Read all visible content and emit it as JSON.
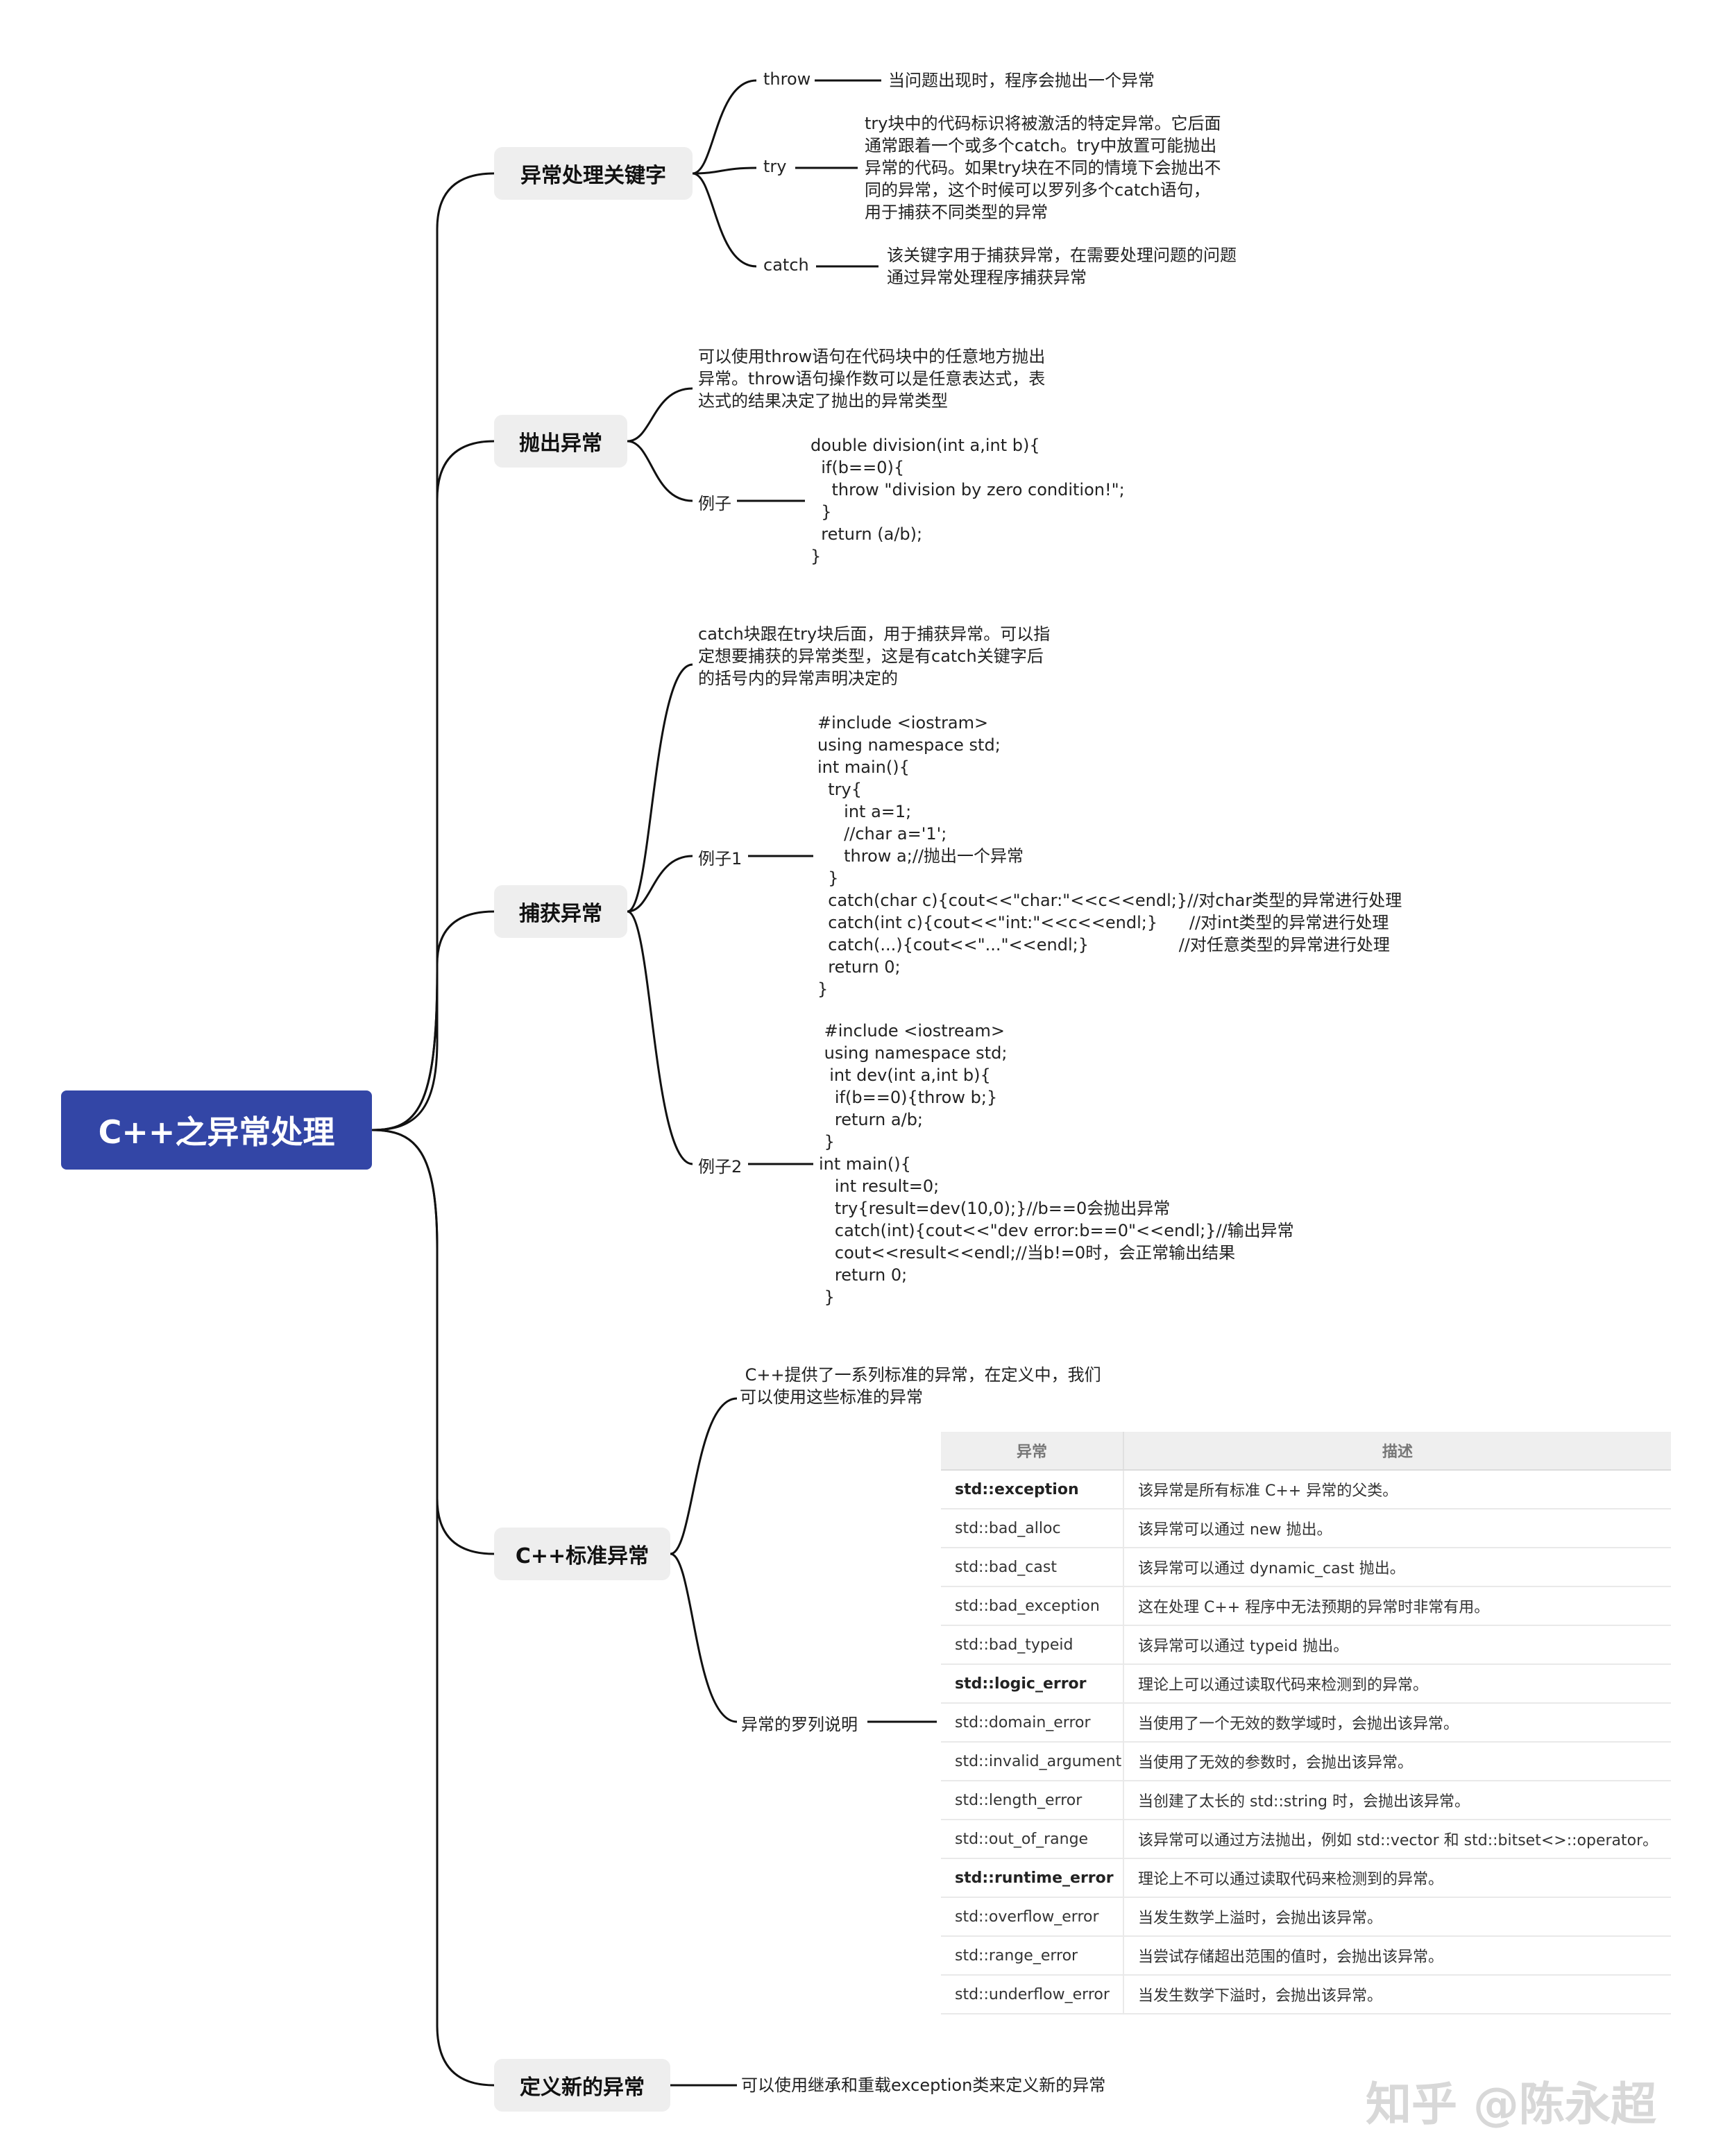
{
  "root": "C++之异常处理",
  "sections": {
    "keywords": {
      "title": "异常处理关键字",
      "throw_label": "throw",
      "throw_desc": "当问题出现时，程序会抛出一个异常",
      "try_label": "try",
      "try_desc": "try块中的代码标识将被激活的特定异常。它后面\n通常跟着一个或多个catch。try中放置可能抛出\n异常的代码。如果try块在不同的情境下会抛出不\n同的异常，这个时候可以罗列多个catch语句，\n用于捕获不同类型的异常",
      "catch_label": "catch",
      "catch_desc": "该关键字用于捕获异常，在需要处理问题的问题\n通过异常处理程序捕获异常"
    },
    "throwing": {
      "title": "抛出异常",
      "desc": "可以使用throw语句在代码块中的任意地方抛出\n异常。throw语句操作数可以是任意表达式，表\n达式的结果决定了抛出的异常类型",
      "example_label": "例子",
      "example_code": "double division(int a,int b){\n  if(b==0){\n    throw \"division by zero condition!\";\n  }\n  return (a/b);\n}"
    },
    "catching": {
      "title": "捕获异常",
      "desc": "catch块跟在try块后面，用于捕获异常。可以指\n定想要捕获的异常类型，这是有catch关键字后\n的括号内的异常声明决定的",
      "example1_label": "例子1",
      "example1_code": "#include <iostram>\nusing namespace std;\nint main(){\n  try{\n     int a=1;\n     //char a='1';\n     throw a;//抛出一个异常\n  }\n  catch(char c){cout<<\"char:\"<<c<<endl;}//对char类型的异常进行处理\n  catch(int c){cout<<\"int:\"<<c<<endl;}      //对int类型的异常进行处理\n  catch(...){cout<<\"...\"<<endl;}                 //对任意类型的异常进行处理\n  return 0;\n}",
      "example2_label": "例子2",
      "example2_code": " #include <iostream>\n using namespace std;\n  int dev(int a,int b){\n   if(b==0){throw b;}\n   return a/b;\n }\nint main(){\n   int result=0;\n   try{result=dev(10,0);}//b==0会抛出异常\n   catch(int){cout<<\"dev error:b==0\"<<endl;}//输出异常\n   cout<<result<<endl;//当b!=0时，会正常输出结果\n   return 0;\n }"
    },
    "standard": {
      "title": "C++标准异常",
      "desc": " C++提供了一系列标准的异常，在定义中，我们\n可以使用这些标准的异常",
      "list_label": "异常的罗列说明",
      "table_headers": [
        "异常",
        "描述"
      ],
      "table_rows": [
        {
          "name": "std::exception",
          "desc": "该异常是所有标准 C++ 异常的父类。",
          "bold": true
        },
        {
          "name": "std::bad_alloc",
          "desc": "该异常可以通过 new 抛出。",
          "bold": false
        },
        {
          "name": "std::bad_cast",
          "desc": "该异常可以通过 dynamic_cast 抛出。",
          "bold": false
        },
        {
          "name": "std::bad_exception",
          "desc": "这在处理 C++ 程序中无法预期的异常时非常有用。",
          "bold": false
        },
        {
          "name": "std::bad_typeid",
          "desc": "该异常可以通过 typeid 抛出。",
          "bold": false
        },
        {
          "name": "std::logic_error",
          "desc": "理论上可以通过读取代码来检测到的异常。",
          "bold": true
        },
        {
          "name": "std::domain_error",
          "desc": "当使用了一个无效的数学域时，会抛出该异常。",
          "bold": false
        },
        {
          "name": "std::invalid_argument",
          "desc": "当使用了无效的参数时，会抛出该异常。",
          "bold": false
        },
        {
          "name": "std::length_error",
          "desc": "当创建了太长的 std::string 时，会抛出该异常。",
          "bold": false
        },
        {
          "name": "std::out_of_range",
          "desc": "该异常可以通过方法抛出，例如 std::vector 和 std::bitset<>::operator。",
          "bold": false
        },
        {
          "name": "std::runtime_error",
          "desc": "理论上不可以通过读取代码来检测到的异常。",
          "bold": true
        },
        {
          "name": "std::overflow_error",
          "desc": "当发生数学上溢时，会抛出该异常。",
          "bold": false
        },
        {
          "name": "std::range_error",
          "desc": "当尝试存储超出范围的值时，会抛出该异常。",
          "bold": false
        },
        {
          "name": "std::underflow_error",
          "desc": "当发生数学下溢时，会抛出该异常。",
          "bold": false
        }
      ]
    },
    "custom": {
      "title": "定义新的异常",
      "desc": "可以使用继承和重载exception类来定义新的异常"
    }
  },
  "watermark": "知乎 @陈永超"
}
